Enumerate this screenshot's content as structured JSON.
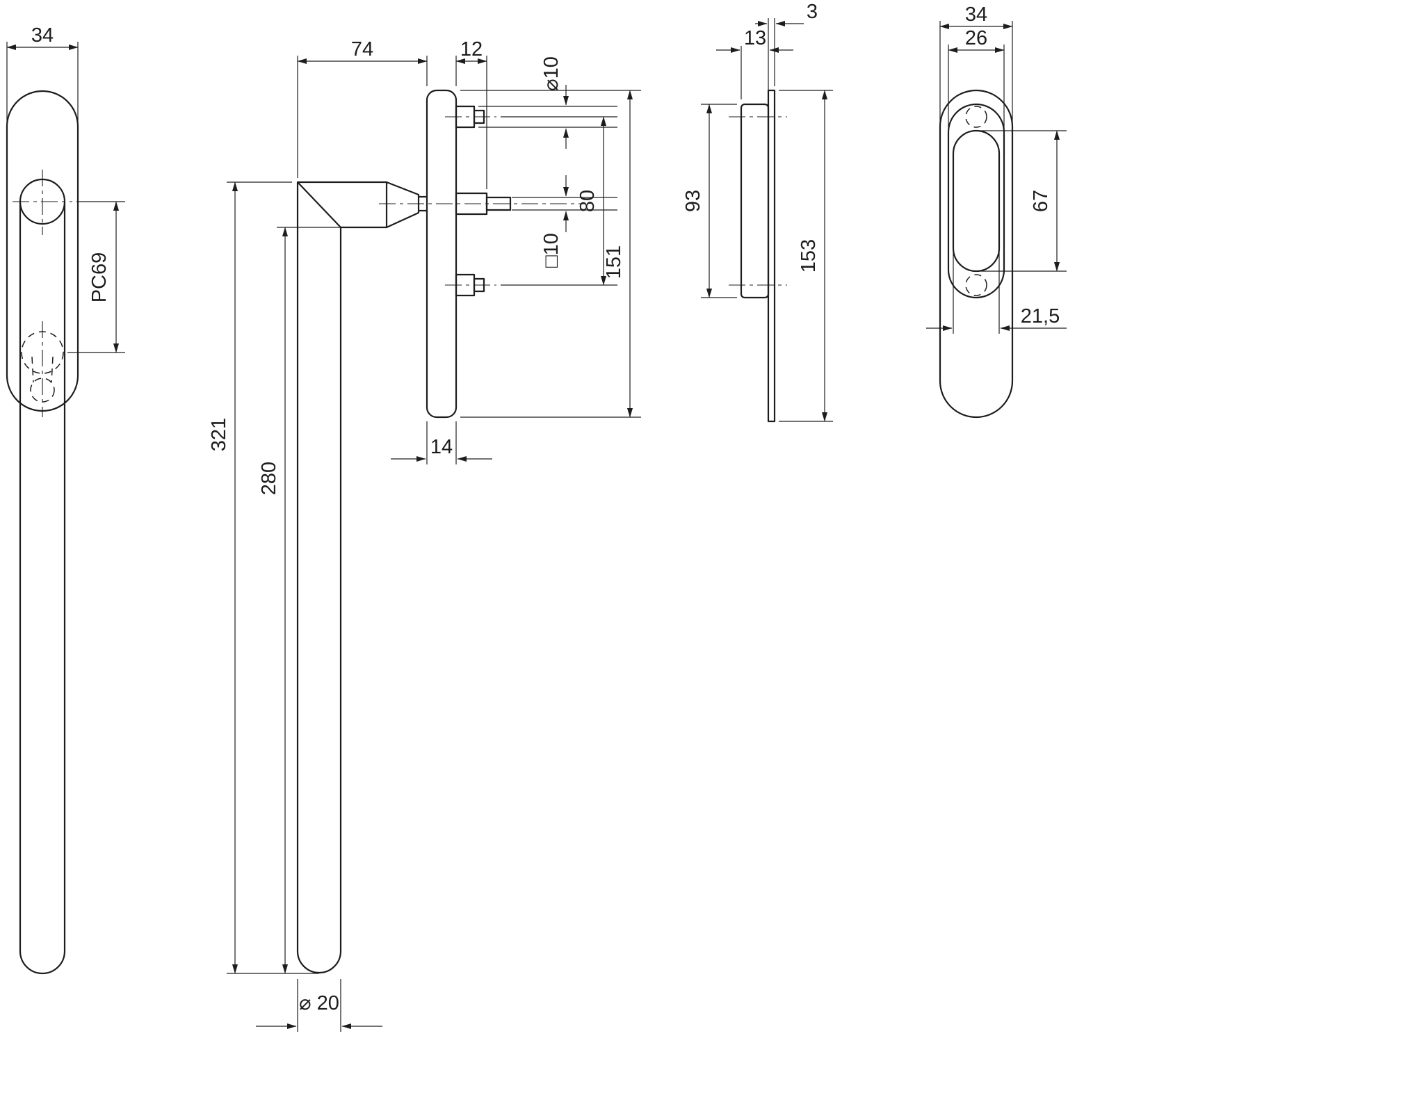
{
  "drawing": {
    "type": "technical-drawing",
    "subject": "window handle with rosette, four orthographic views",
    "unit": "mm",
    "views": {
      "front_handle": {
        "name": "handle front view",
        "dims": {
          "plate_width": "34",
          "pc_distance": "PC69"
        }
      },
      "side_handle": {
        "name": "handle side view",
        "dims": {
          "projection": "74",
          "collar_length": "12",
          "screw_hole_dia": "⌀10",
          "screw_spacing": "80",
          "spindle_square": "□10",
          "plate_length": "151",
          "plate_thickness": "14",
          "total_length": "321",
          "grip_length": "280",
          "grip_dia": "⌀ 20"
        }
      },
      "side_plate": {
        "name": "rosette side view",
        "dims": {
          "base_thickness": "3",
          "cover_thickness": "13",
          "cover_length": "93",
          "plate_length": "153"
        }
      },
      "front_plate": {
        "name": "rosette front view",
        "dims": {
          "plate_width": "34",
          "cover_width": "26",
          "slot_length": "67",
          "slot_width": "21,5"
        }
      }
    }
  }
}
